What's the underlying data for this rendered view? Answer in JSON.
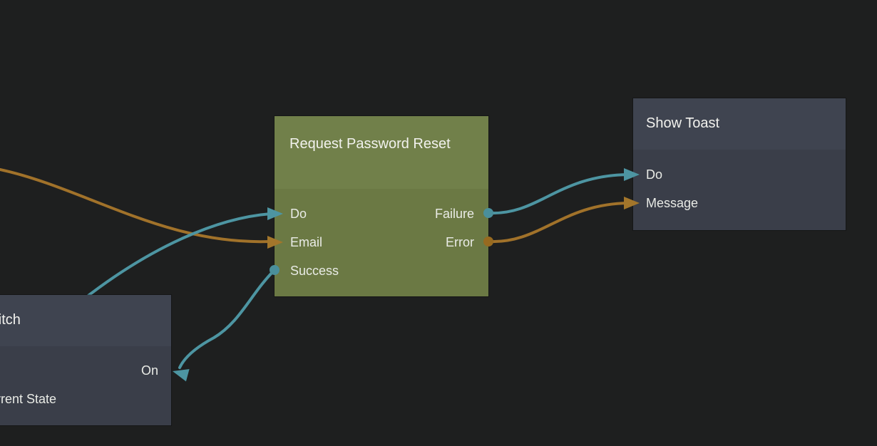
{
  "app": {
    "description": "Node graph editor canvas (visual flow programming)",
    "background_color": "#1e1f1f"
  },
  "colors": {
    "signal_wire": "#4d95a2",
    "data_wire": "#a1722a",
    "signal_port_dot": "#4a8f9b",
    "data_port_dot": "#976a20",
    "action_node_header": "#71804a",
    "action_node_body": "#6b7944",
    "dark_node_header": "#3f4450",
    "dark_node_body": "#3a3e49",
    "title_text": "#f2f2ee",
    "port_text": "#e9ebe6"
  },
  "nodes": [
    {
      "title": "Request Password Reset",
      "variant": "action",
      "ports": {
        "do": "Do",
        "email": "Email",
        "success": "Success",
        "failure": "Failure",
        "error": "Error"
      }
    },
    {
      "title": "Show Toast",
      "variant": "component",
      "ports": {
        "do": "Do",
        "message": "Message"
      }
    },
    {
      "title": "Switch",
      "variant": "component",
      "clipped_by_viewport": "left edge off-screen",
      "ports": {
        "on": "On",
        "current_state": "Current State"
      }
    }
  ],
  "connections": [
    {
      "from": "off-screen-left",
      "to": "Request Password Reset.Do",
      "type": "signal"
    },
    {
      "from": "off-screen-left",
      "to": "Request Password Reset.Email",
      "type": "data"
    },
    {
      "from": "Request Password Reset.Success",
      "to": "Switch.On",
      "type": "signal"
    },
    {
      "from": "Request Password Reset.Failure",
      "to": "Show Toast.Do",
      "type": "signal"
    },
    {
      "from": "Request Password Reset.Error",
      "to": "Show Toast.Message",
      "type": "data"
    }
  ]
}
